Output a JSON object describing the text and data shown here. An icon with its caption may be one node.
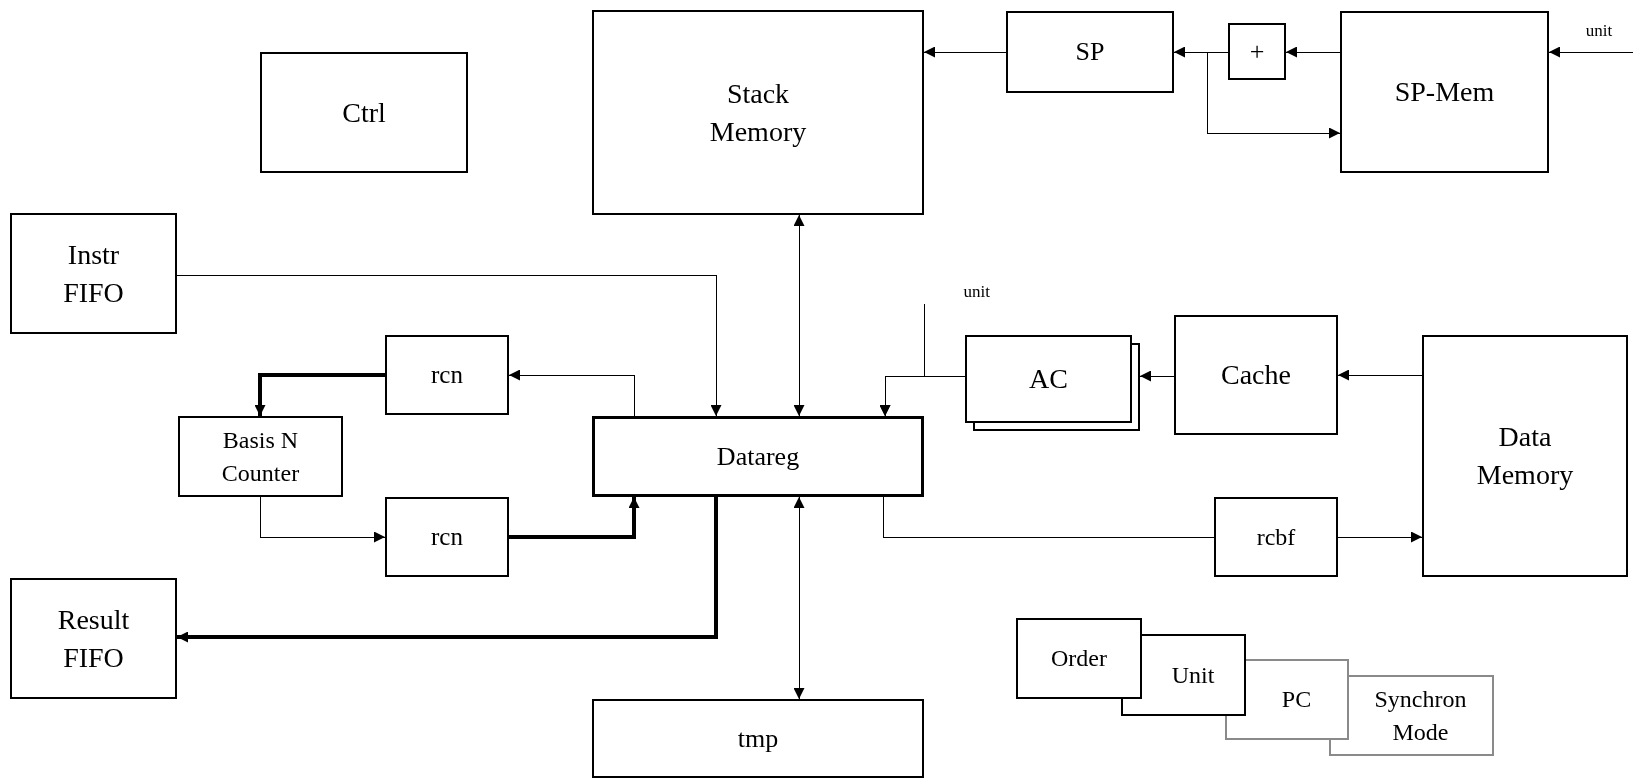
{
  "diagram": {
    "nodes": [
      {
        "text": [
          "Stack Memory"
        ]
      },
      {
        "text": [
          "SP"
        ]
      },
      {
        "text": [
          "+"
        ]
      },
      {
        "text": [
          "SP-Mem"
        ]
      },
      {
        "text": [
          "unit"
        ]
      },
      {
        "text": [
          "Ctrl"
        ]
      },
      {
        "text": [
          "Instr FIFO"
        ]
      },
      {
        "text": [
          "unit"
        ]
      },
      {
        "text": [
          "rcn"
        ]
      },
      {
        "text": [
          "AC"
        ]
      },
      {
        "text": [
          "Cache"
        ]
      },
      {
        "text": [
          "Basis N Counter"
        ]
      },
      {
        "text": [
          "Datareg"
        ]
      },
      {
        "text": [
          "Data Memory"
        ]
      },
      {
        "text": [
          "rcn"
        ]
      },
      {
        "text": [
          "rcbf"
        ]
      },
      {
        "text": [
          "Result FIFO"
        ]
      },
      {
        "text": [
          "Order"
        ]
      },
      {
        "text": [
          "Unit"
        ]
      },
      {
        "text": [
          "PC"
        ]
      },
      {
        "text": [
          "Synchron Mode"
        ]
      },
      {
        "text": [
          "tmp"
        ]
      }
    ],
    "edges": [
      {
        "from": 4,
        "to": 3,
        "arrow": "to"
      },
      {
        "from": 3,
        "to": 2,
        "arrow": "to"
      },
      {
        "from": 2,
        "to": 1,
        "arrow": "to"
      },
      {
        "from": 2,
        "to": 3,
        "arrow": "to"
      },
      {
        "from": 1,
        "to": 0,
        "arrow": "to"
      },
      {
        "from": 0,
        "to": 12,
        "arrow": "both"
      },
      {
        "from": 6,
        "to": 12,
        "arrow": "to"
      },
      {
        "from": 12,
        "to": 8,
        "arrow": "to"
      },
      {
        "from": 8,
        "to": 11,
        "arrow": "to",
        "style": "thick"
      },
      {
        "from": 11,
        "to": 14,
        "arrow": "to"
      },
      {
        "from": 14,
        "to": 12,
        "arrow": "to",
        "style": "thick"
      },
      {
        "from": 12,
        "to": 16,
        "arrow": "to",
        "style": "thick"
      },
      {
        "from": 12,
        "to": 21,
        "arrow": "both"
      },
      {
        "from": 9,
        "to": 12,
        "arrow": "to"
      },
      {
        "from": 7,
        "to": 12,
        "arrow": "to"
      },
      {
        "from": 10,
        "to": 9,
        "arrow": "to"
      },
      {
        "from": 13,
        "to": 10,
        "arrow": "to"
      },
      {
        "from": 12,
        "to": 15,
        "arrow": "none"
      },
      {
        "from": 15,
        "to": 13,
        "arrow": "to"
      }
    ]
  }
}
